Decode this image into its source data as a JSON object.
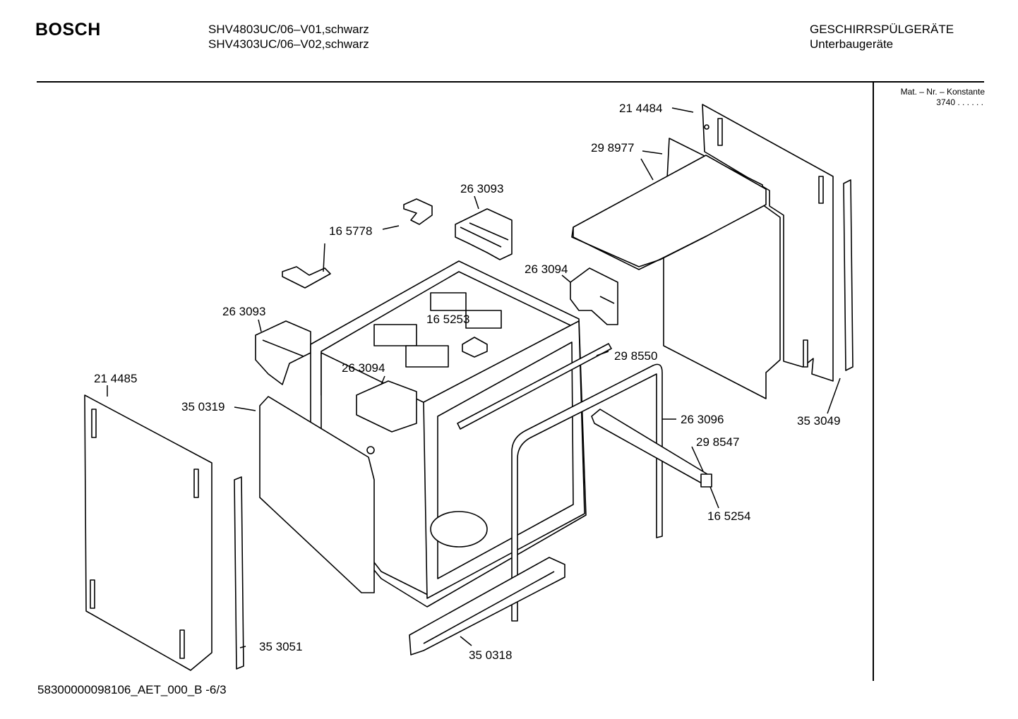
{
  "header": {
    "brand": "BOSCH",
    "models": [
      "SHV4803UC/06–V01,schwarz",
      "SHV4303UC/06–V02,schwarz"
    ],
    "category": [
      "GESCHIRRSPÜLGERÄTE",
      "Unterbaugeräte"
    ]
  },
  "material": {
    "label": "Mat. – Nr. – Konstante",
    "value": "3740  .  .     .  .  .  ."
  },
  "footer": {
    "doc_id": "58300000098106_AET_000_B",
    "page": "-6/3"
  },
  "parts": [
    {
      "id": "side-panel-right",
      "number": "21 4484"
    },
    {
      "id": "top-cover-plate",
      "number": "29 8977"
    },
    {
      "id": "bracket-top-right",
      "number": "26 3093"
    },
    {
      "id": "mounting-bracket",
      "number": "16 5778"
    },
    {
      "id": "clip-right",
      "number": "26 3094"
    },
    {
      "id": "bracket-top-left",
      "number": "26 3093"
    },
    {
      "id": "latch",
      "number": "16 5253"
    },
    {
      "id": "clip-front",
      "number": "26 3094"
    },
    {
      "id": "door-seal-top",
      "number": "29 8550"
    },
    {
      "id": "side-panel-left",
      "number": "21 4485"
    },
    {
      "id": "insulation-panel",
      "number": "35 0319"
    },
    {
      "id": "door-seal-frame",
      "number": "26 3096"
    },
    {
      "id": "hinge-rail",
      "number": "29 8547"
    },
    {
      "id": "strip-right",
      "number": "35 3049"
    },
    {
      "id": "end-cap",
      "number": "16 5254"
    },
    {
      "id": "strip-left",
      "number": "35 3051"
    },
    {
      "id": "base-rail",
      "number": "35 0318"
    }
  ]
}
